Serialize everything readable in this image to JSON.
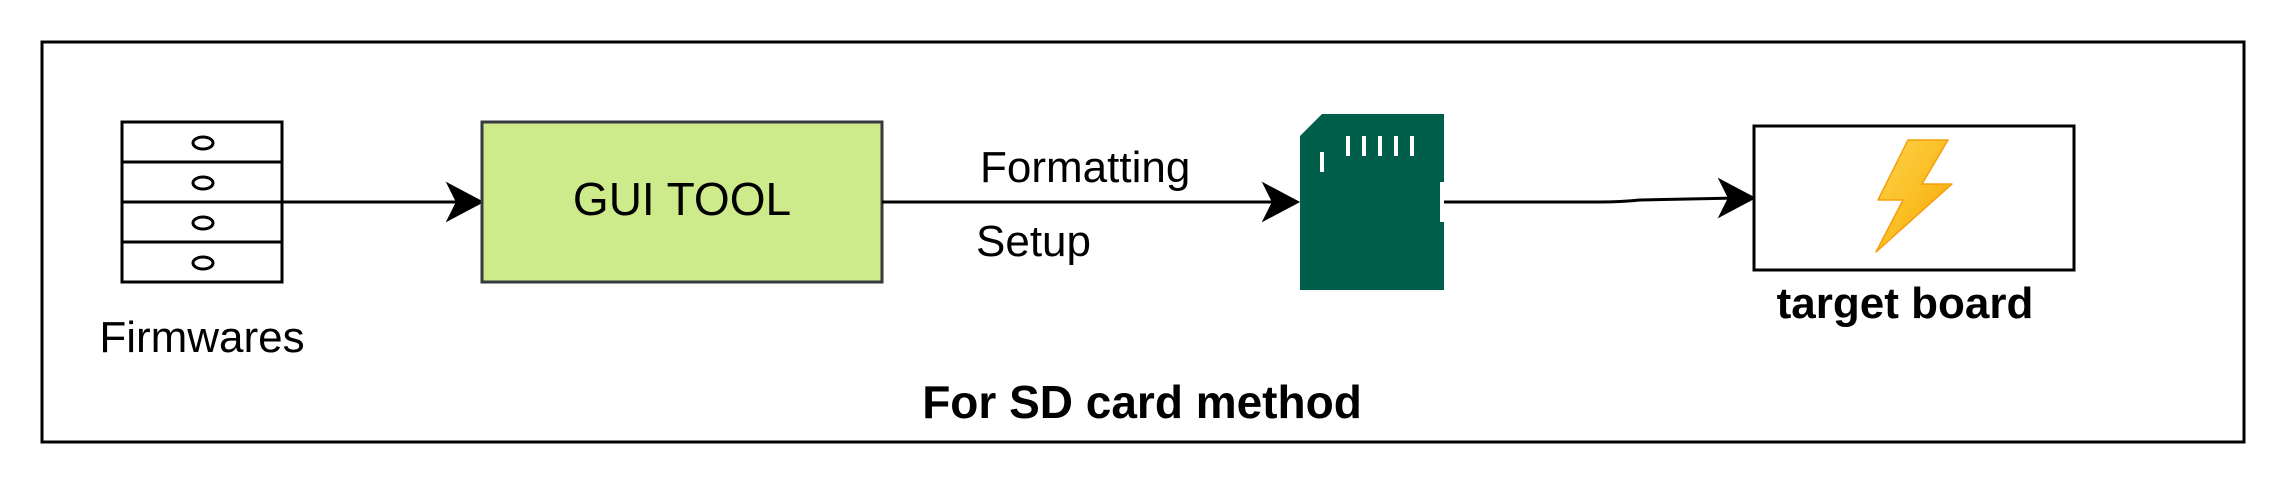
{
  "diagram": {
    "caption": "For SD card method",
    "nodes": {
      "firmwares": {
        "label": "Firmwares",
        "icon": "file-cabinet-icon"
      },
      "gui_tool": {
        "label": "GUI TOOL",
        "fill": "#cdeb8b",
        "stroke": "#36393d"
      },
      "sd_card": {
        "icon": "sd-card-icon",
        "color": "#005f4b"
      },
      "target_board": {
        "label": "target board",
        "icon": "lightning-bolt-icon"
      }
    },
    "edges": {
      "gui_to_sd": {
        "label_top": "Formatting",
        "label_bottom": "Setup"
      }
    }
  }
}
